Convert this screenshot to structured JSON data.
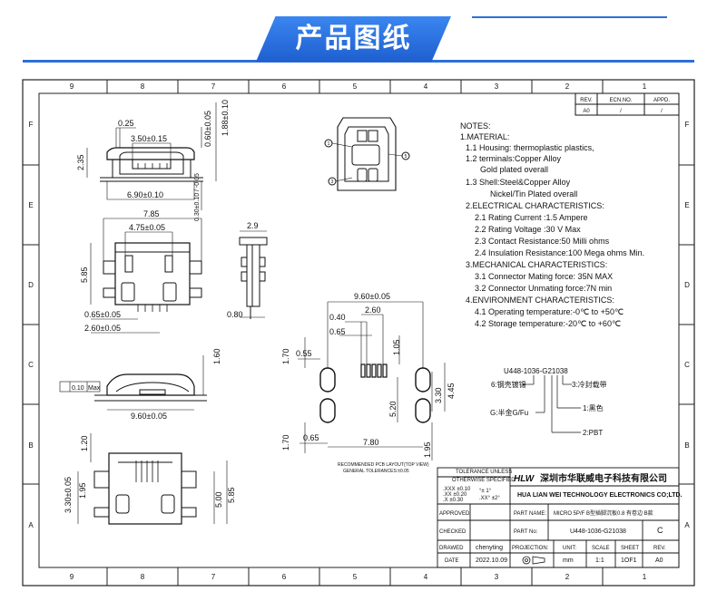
{
  "header": {
    "title": "产品图纸"
  },
  "frame": {
    "col_labels": [
      "9",
      "8",
      "7",
      "6",
      "5",
      "4",
      "3",
      "2",
      "1"
    ],
    "row_labels": [
      "F",
      "E",
      "D",
      "C",
      "B",
      "A"
    ]
  },
  "revision": {
    "rev_h": "REV.",
    "ecn_h": "ECN.NO.",
    "appd_h": "APPD.",
    "rev": "A0",
    "ecn": "/",
    "appd": "/"
  },
  "notes": {
    "title": "NOTES:",
    "lines": [
      "1.MATERIAL:",
      "1.1 Housing: thermoplastic plastics,",
      "1.2 terminals:Copper Alloy",
      "Gold plated overall",
      "1.3 Shell:Steel&Copper Alloy",
      "Nickel/Tin Plated overall",
      "2.ELECTRICAL CHARACTERISTICS:",
      "2.1 Rating Current :1.5 Ampere",
      "2.2 Rating Voltage :30 V Max",
      "2.3 Contact Resistance:50 Milli ohms",
      "2.4 Insulation Resistance:100 Mega ohms Min.",
      "3.MECHANICAL CHARACTERISTICS:",
      "3.1 Connector Mating force: 35N MAX",
      "3.2 Connector Unmating force:7N min",
      "4.ENVIRONMENT CHARACTERISTICS:",
      "4.1 Operating temperature:-0℃ to +50℃",
      "4.2 Storage temperature:-20℃ to +60℃"
    ]
  },
  "part_code": {
    "code": "U448-1036-G21038",
    "c1": "6:钢壳镀锡",
    "c2": "3:冷封载带",
    "c3": "1:黑色",
    "c4": "G:半金G/Fu",
    "c5": "2:PBT"
  },
  "dims": {
    "top_025": "0.25",
    "top_350": "3.50±0.15",
    "top_060": "0.60±0.05",
    "top_188": "1.88±0.10",
    "top_235": "2.35",
    "top_690": "6.90±0.10",
    "top_030": "0.30±0.10 / -0.05",
    "d_785": "7.85",
    "d_475": "4.75±0.05",
    "d_585": "5.85",
    "d_065": "0.65±0.05",
    "d_260": "2.60±0.05",
    "side_29": "2.9",
    "side_080": "0.80",
    "c_160": "1.60",
    "c_flat": "0.10",
    "c_flat_unit": "Max",
    "c_960": "9.60±0.05",
    "b_120": "1.20",
    "b_330": "3.30±0.05",
    "b_195": "1.95",
    "b_500": "5.00",
    "b_585": "5.85",
    "pcb_960": "9.60±0.05",
    "pcb_040": "0.40",
    "pcb_260": "2.60",
    "pcb_065": "0.65",
    "pcb_055": "0.55",
    "pcb_170a": "1.70",
    "pcb_105": "1.05",
    "pcb_445": "4.45",
    "pcb_330": "3.30",
    "pcb_520": "5.20",
    "pcb_170b": "1.70",
    "pcb_065b": "0.65",
    "pcb_780": "7.80",
    "pcb_195": "1.95",
    "pcb_note1": "RECOMMENDED PCB LAYOUT(TOP VIEW)",
    "pcb_note2": "GENERAL TOLERANCES:±0.05",
    "callout_1": "1",
    "callout_3": "3",
    "callout_5": "5"
  },
  "title_block": {
    "tol_h1": "TOLERANCE UNLESS",
    "tol_h2": "OTHERWISE SPECIFIED",
    "tol_1": ".XXX ±0.10",
    "tol_2": ".XX ±0.20",
    "tol_3": ".X ±0.30",
    "tol_4": "°± 1°",
    "tol_5": ".XX° ±2°",
    "company_logo": "HLW",
    "company_cn": "深圳市华联威电子科技有限公司",
    "company_en": "HUA LIAN WEI TECHNOLOGY ELECTRONICS CO;LTD.",
    "approved": "APPROVED",
    "part_name_h": "PART NAME:",
    "part_name": "MICRO 5P/F B型插脚沉板0.8 有卷边 B款",
    "checked": "CHECKED",
    "part_no_h": "PART No:",
    "part_no": "U448-1036-G21038",
    "rev_letter": "C",
    "drawed": "DRAWED",
    "drawer": "chenyting",
    "projection": "PROJECTION:",
    "unit_h": "UNIT:",
    "scale_h": "SCALE",
    "sheet_h": "SHEET",
    "rev_h": "REV.",
    "date": "DATE",
    "date_val": "2022.10.09",
    "unit": "mm",
    "scale": "1:1",
    "sheet": "1OF1",
    "rev": "A0"
  }
}
